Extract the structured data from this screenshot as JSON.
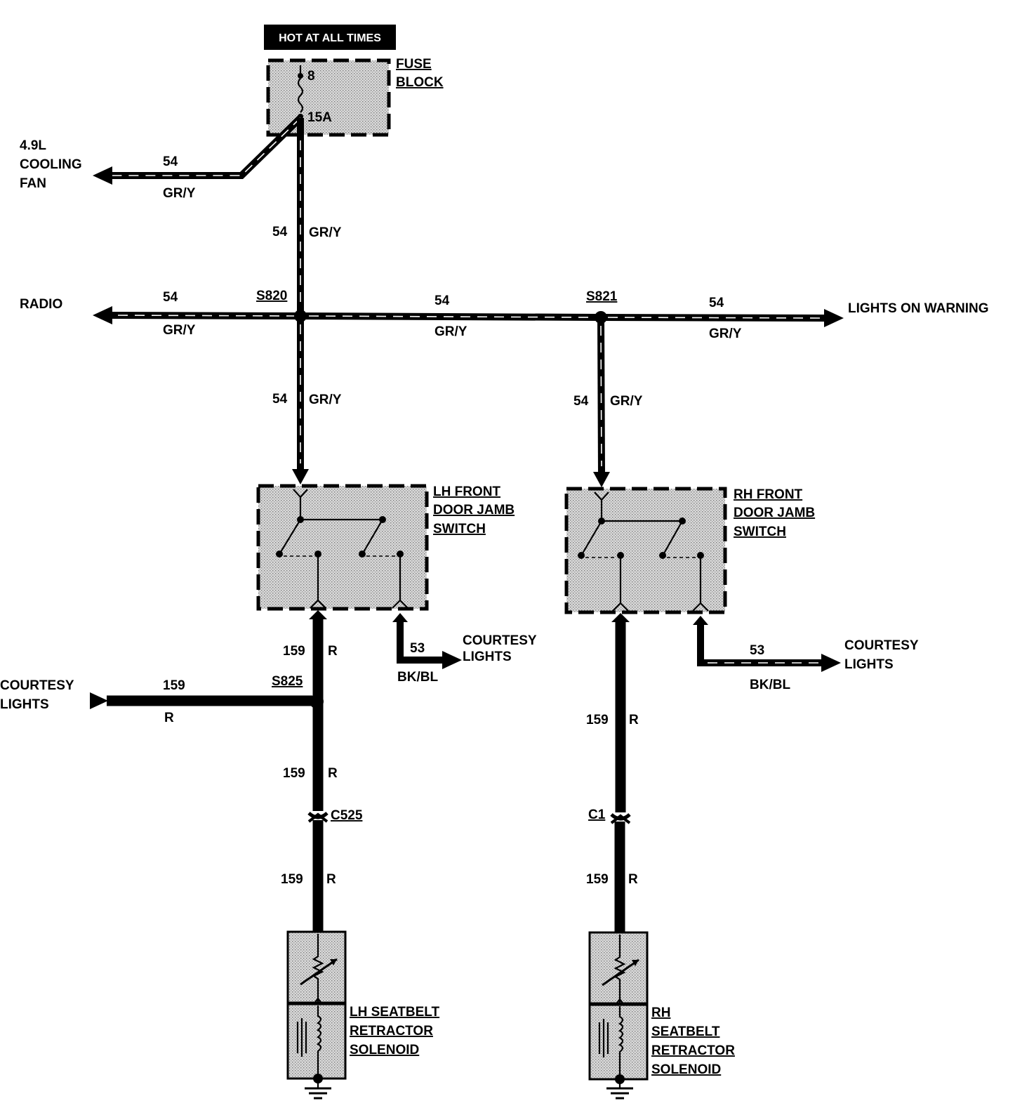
{
  "power": {
    "hot_label": "HOT AT ALL TIMES",
    "fuse_title_1": "FUSE",
    "fuse_title_2": "BLOCK",
    "fuse_number": "8",
    "fuse_rating": "15A"
  },
  "circuits": {
    "c54": "54",
    "gry": "GR/Y",
    "c159": "159",
    "red": "R",
    "c53": "53",
    "bkbl": "BK/BL"
  },
  "destinations": {
    "cooling_fan_1": "4.9L",
    "cooling_fan_2": "COOLING",
    "cooling_fan_3": "FAN",
    "radio": "RADIO",
    "lights_on_warning": "LIGHTS ON WARNING",
    "courtesy_1": "COURTESY",
    "courtesy_2": "LIGHTS"
  },
  "splices": {
    "s820": "S820",
    "s821": "S821",
    "s825": "S825"
  },
  "connectors": {
    "c525": "C525",
    "c1": "C1"
  },
  "components": {
    "lh_switch": [
      "LH FRONT",
      "DOOR JAMB",
      "SWITCH"
    ],
    "rh_switch": [
      "RH FRONT",
      "DOOR JAMB",
      "SWITCH"
    ],
    "lh_solenoid": [
      "LH SEATBELT",
      "RETRACTOR",
      "SOLENOID"
    ],
    "rh_solenoid": [
      "RH",
      "SEATBELT",
      "RETRACTOR",
      "SOLENOID"
    ]
  }
}
